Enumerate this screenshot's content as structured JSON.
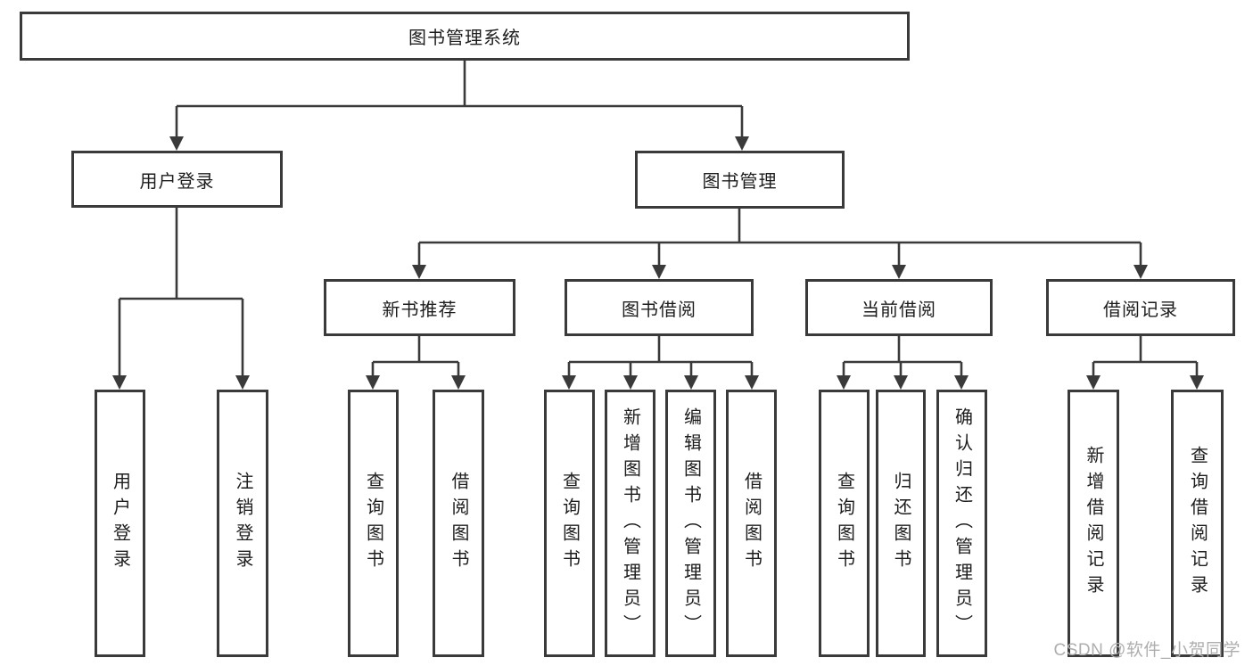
{
  "diagram_title": "图书管理系统",
  "nodes": {
    "root": "图书管理系统",
    "user_login": {
      "label": "用户登录",
      "children": {
        "login": "用户登录",
        "logout": "注销登录"
      }
    },
    "book_mgmt": {
      "label": "图书管理",
      "children": {
        "new_books": {
          "label": "新书推荐",
          "children": {
            "query": "查询图书",
            "borrow": "借阅图书"
          }
        },
        "book_borrow": {
          "label": "图书借阅",
          "children": {
            "query": "查询图书",
            "add": "新增图书（管理员）",
            "edit": "编辑图书（管理员）",
            "borrow": "借阅图书"
          }
        },
        "current_borrow": {
          "label": "当前借阅",
          "children": {
            "query": "查询图书",
            "return": "归还图书",
            "confirm": "确认归还（管理员）"
          }
        },
        "borrow_records": {
          "label": "借阅记录",
          "children": {
            "add": "新增借阅记录",
            "query": "查询借阅记录"
          }
        }
      }
    }
  },
  "watermark": "CSDN @软件_小贺同学",
  "colors": {
    "line": "#3a3a3a",
    "box_border": "#3a3a3a",
    "text": "#1d1d1d",
    "watermark": "#aeaeae",
    "background": "#ffffff"
  }
}
